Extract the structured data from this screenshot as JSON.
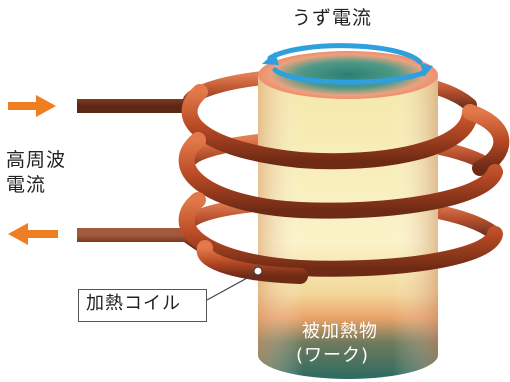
{
  "labels": {
    "eddy_current": "うず電流",
    "high_freq_current_line1": "高周波",
    "high_freq_current_line2": "電流",
    "heating_coil": "加熱コイル",
    "workpiece_line1": "被加熱物",
    "workpiece_line2": "(ワーク)"
  },
  "colors": {
    "arrow_orange": "#ef7d22",
    "eddy_arrow_blue": "#2f9fde",
    "coil_copper": "#b84a25",
    "workpiece_hot": "#f7e9b0",
    "workpiece_cool": "#2e6d63"
  },
  "icons": {
    "input_arrow": "arrow-right-icon",
    "output_arrow": "arrow-left-icon",
    "eddy_arrow": "circular-arrow-icon"
  }
}
